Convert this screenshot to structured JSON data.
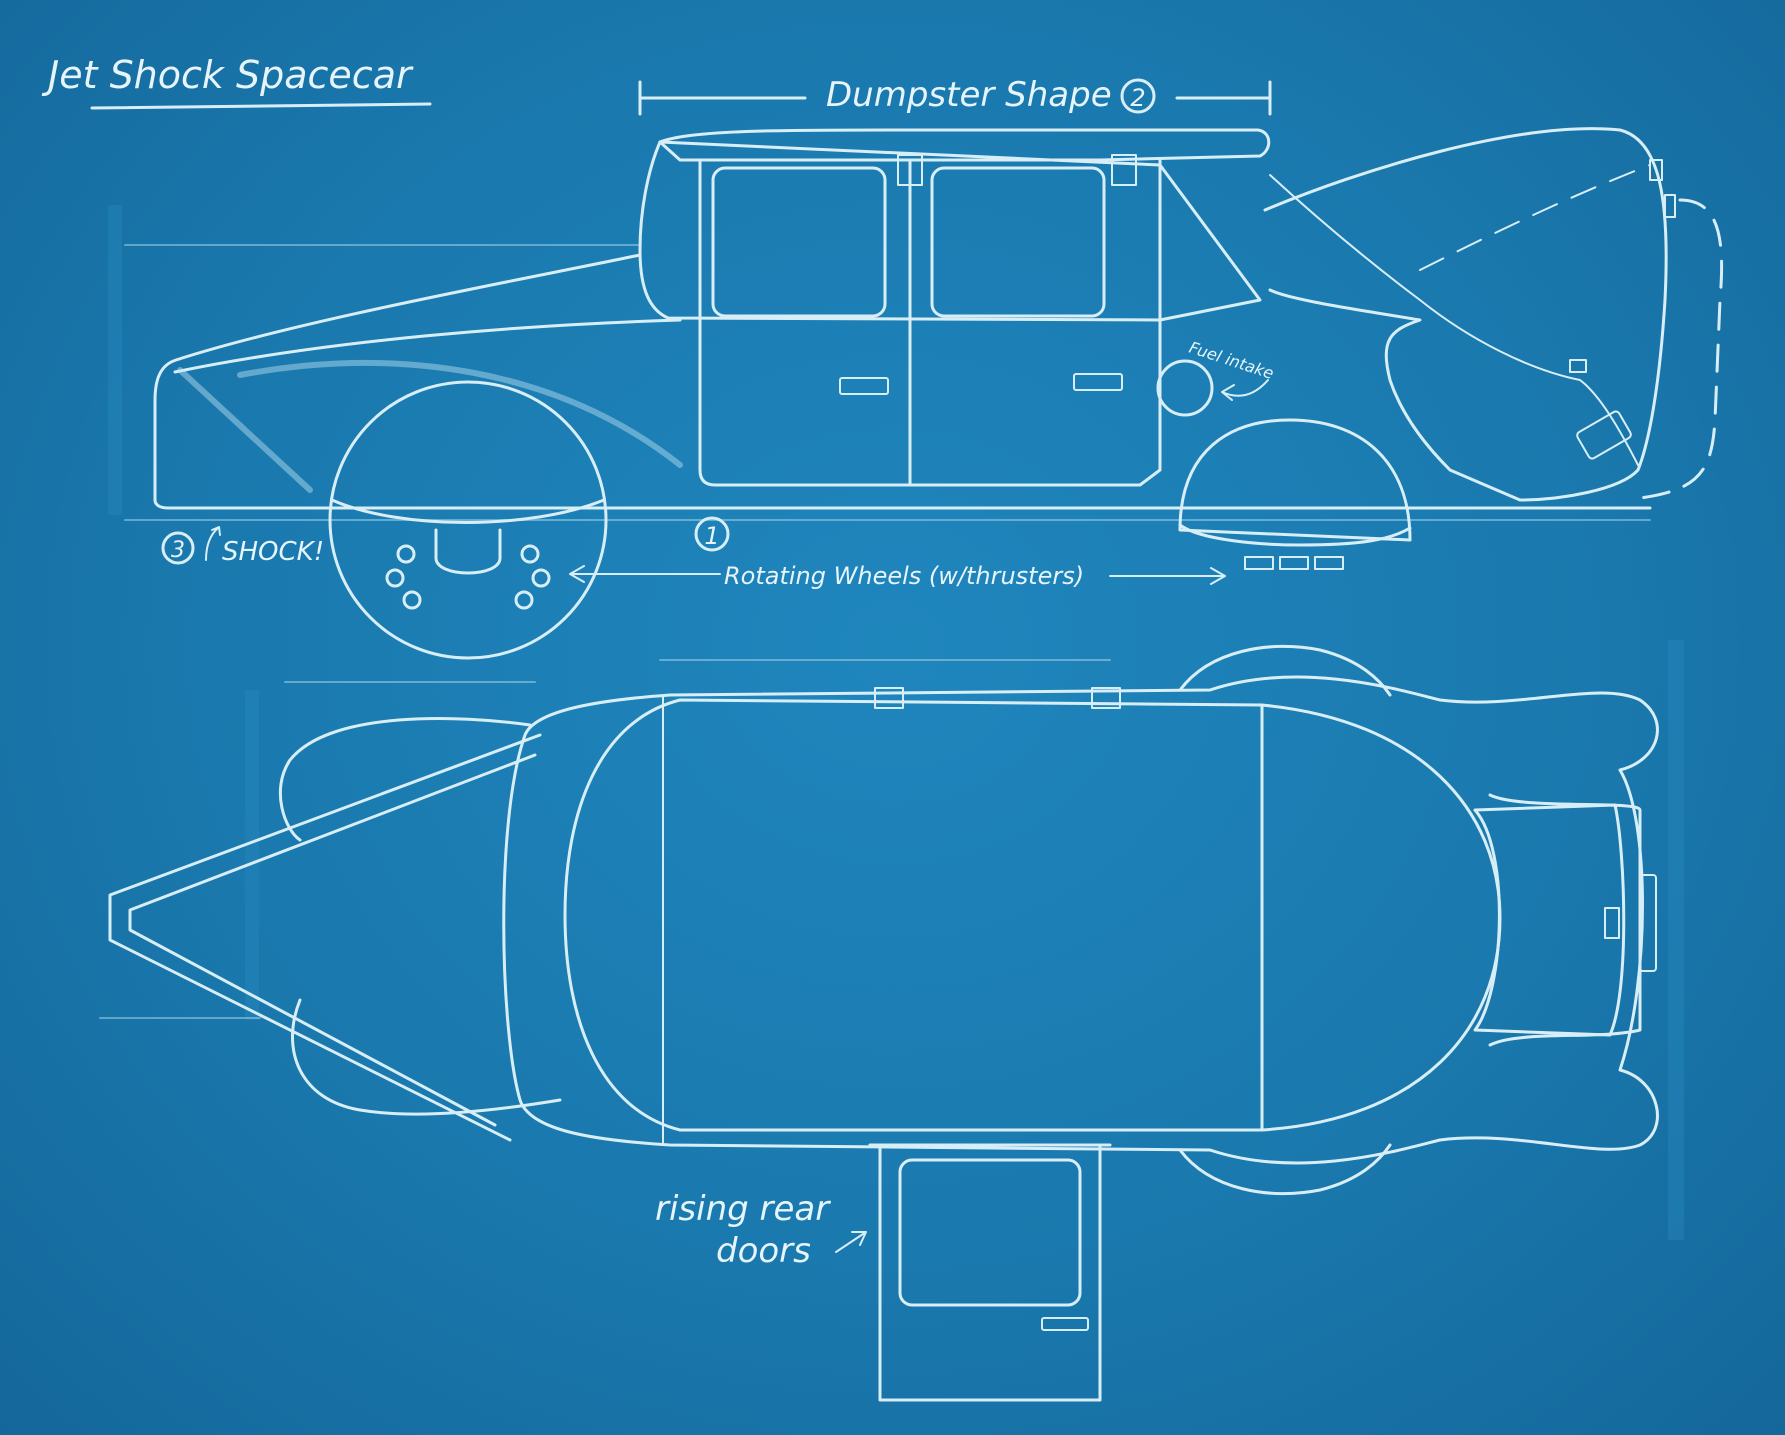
{
  "title": "Jet Shock Spacecar",
  "labels": {
    "dumpster_shape": "Dumpster Shape",
    "fuel_intake": "Fuel intake",
    "shock": "SHOCK!",
    "rotating_wheels": "Rotating Wheels (w/thrusters)",
    "rising_rear_line1": "rising rear",
    "rising_rear_line2": "doors"
  },
  "markers": {
    "one": "1",
    "two": "2",
    "three": "3"
  },
  "colors": {
    "paper": "#1a78ad",
    "ink": "#d8eef7"
  }
}
